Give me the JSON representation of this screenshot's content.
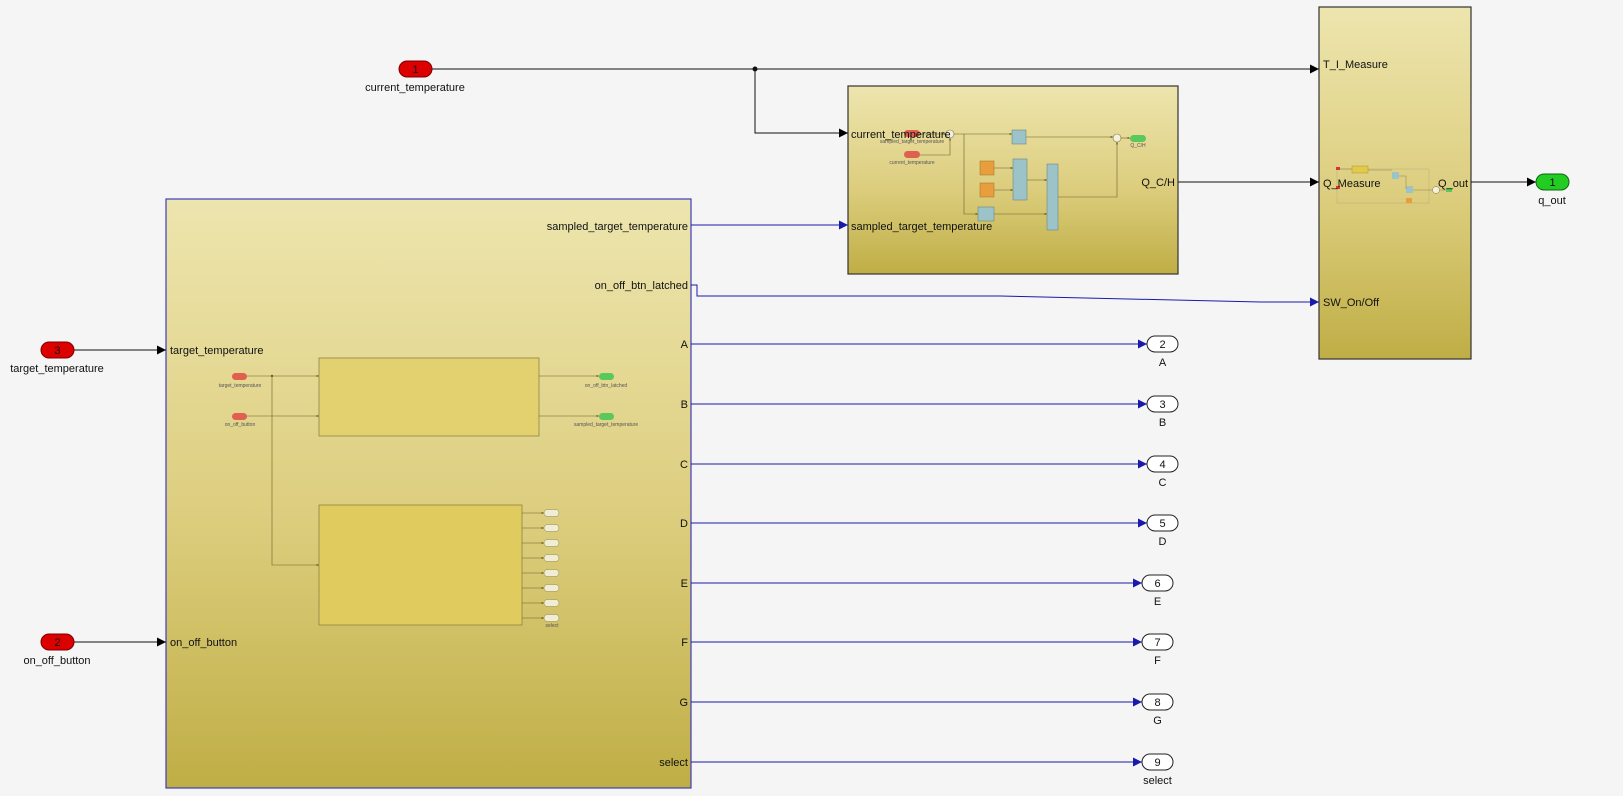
{
  "inports": [
    {
      "number": "1",
      "name": "current_temperature"
    },
    {
      "number": "3",
      "name": "target_temperature"
    },
    {
      "number": "2",
      "name": "on_off_button"
    }
  ],
  "outports": [
    {
      "number": "1",
      "name": "q_out"
    },
    {
      "number": "2",
      "name": "A"
    },
    {
      "number": "3",
      "name": "B"
    },
    {
      "number": "4",
      "name": "C"
    },
    {
      "number": "5",
      "name": "D"
    },
    {
      "number": "6",
      "name": "E"
    },
    {
      "number": "7",
      "name": "F"
    },
    {
      "number": "8",
      "name": "G"
    },
    {
      "number": "9",
      "name": "select"
    }
  ],
  "big_subsystem": {
    "inputs": [
      "target_temperature",
      "on_off_button"
    ],
    "outputs": [
      "sampled_target_temperature",
      "on_off_btn_latched",
      "A",
      "B",
      "C",
      "D",
      "E",
      "F",
      "G",
      "select"
    ],
    "preview": {
      "in_labels": [
        "target_temperature",
        "on_off_button"
      ],
      "out_labels": [
        "on_off_btn_latched",
        "sampled_target_temperature"
      ],
      "bus_last_label": "select"
    }
  },
  "controller_subsystem": {
    "inputs": [
      "current_temperature",
      "sampled_target_temperature"
    ],
    "output": "Q_C/H",
    "preview": {
      "in_labels": [
        "sampled_target_temperature",
        "current_temperature"
      ],
      "out_label": "Q_C/H"
    }
  },
  "plant_subsystem": {
    "inputs": [
      "T_I_Measure",
      "Q_Measure",
      "SW_On/Off"
    ],
    "output": "Q_out"
  },
  "colors": {
    "inport": "#dd0000",
    "outport_primary": "#22cc22",
    "signal_bus": "#1a1aaa",
    "signal_plain": "#111111",
    "block_top": "#ebe3ab",
    "block_bottom": "#bfae45"
  }
}
